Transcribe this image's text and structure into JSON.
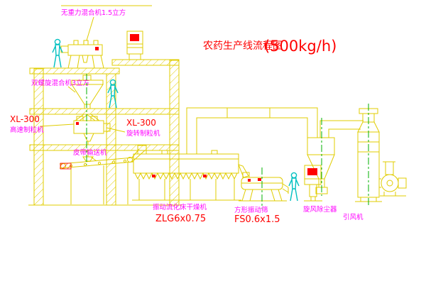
{
  "title": {
    "text": "农药生产线流程图",
    "capacity": "(500kg/h)"
  },
  "equipment_labels": {
    "gravity_mixer": "无重力混合机1.5立方",
    "screw_mixer": "双螺旋混合机3立方",
    "granulator_left_model": "XL-300",
    "granulator_left_name": "高速制粒机",
    "granulator_right_model": "XL-300",
    "granulator_right_name": "旋转制粒机",
    "belt_conveyor": "皮带输送机",
    "fluid_bed_dryer_name": "振动流化床干燥机",
    "fluid_bed_dryer_model": "ZLG6x0.75",
    "vibrating_screen_name": "方形振动筛",
    "vibrating_screen_model": "FS0.6x1.5",
    "cyclone_dust_collector": "旋风除尘器",
    "induced_draft_fan": "引风机"
  },
  "colors": {
    "background": "#ffffff",
    "structure_yellow": "#e0cc00",
    "figure_cyan": "#00c0c0",
    "label_magenta": "#ff00ff",
    "label_red": "#ff0000",
    "centerline_green": "#00b000"
  }
}
